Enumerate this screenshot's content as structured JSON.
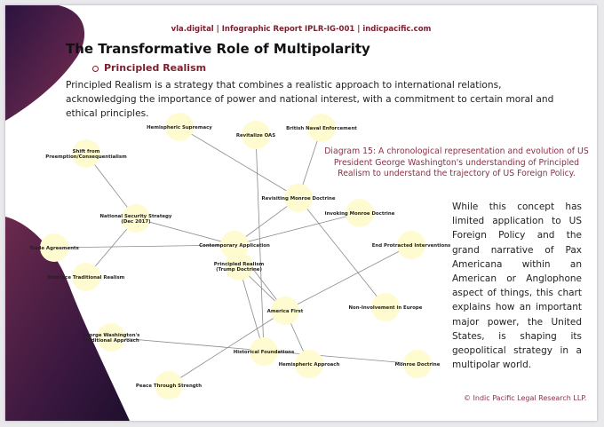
{
  "header": {
    "text": "vla.digital | Infographic Report IPLR-IG-001 | indicpacific.com"
  },
  "title": "The Transformative Role of Multipolarity",
  "subtitle": "Principled Realism",
  "intro": "Principled Realism is a strategy that combines a realistic approach to international relations, acknowledging the importance of power and national interest, with a commitment to certain moral and ethical principles.",
  "caption": "Diagram 15: A chronological representation and evolution of US President George Washington's understanding of Principled Realism to understand the trajectory of US Foreign Policy.",
  "side_text": "While this concept has limited application to US Foreign Policy and the grand narrative of Pax Americana within an American or Anglophone aspect of things, this chart explains how an important major power, the United States, is shaping its geopolitical strategy in a multipolar world.",
  "footer": "© Indic Pacific Legal Research LLP.",
  "colors": {
    "accent": "#7a1f2e",
    "blob_dark": "#2b1340",
    "blob_mid": "#6b2a4d",
    "node_fill": "#fffbd0",
    "edge": "#8a8a8a"
  },
  "diagram": {
    "nodes": [
      {
        "id": "hemispheric_supremacy",
        "lines": [
          "Hemispheric Supremacy"
        ]
      },
      {
        "id": "british_naval",
        "lines": [
          "British Naval Enforcement"
        ]
      },
      {
        "id": "revitalize_oas",
        "lines": [
          "Revitalize OAS"
        ]
      },
      {
        "id": "shift_preemption",
        "lines": [
          "Shift from",
          "Preemption/Consequentialism"
        ]
      },
      {
        "id": "revisiting_monroe",
        "lines": [
          "Revisiting Monroe Doctrine"
        ]
      },
      {
        "id": "invoking_monroe",
        "lines": [
          "Invoking Monroe Doctrine"
        ]
      },
      {
        "id": "nss_2017",
        "lines": [
          "National Security Strategy",
          "(Dec 2017)"
        ]
      },
      {
        "id": "trade_agreements",
        "lines": [
          "Trade Agreements"
        ]
      },
      {
        "id": "contemporary_application",
        "lines": [
          "Contemporary Application"
        ]
      },
      {
        "id": "end_protracted",
        "lines": [
          "End Protracted Interventions"
        ]
      },
      {
        "id": "principled_realism",
        "lines": [
          "Principled Realism",
          "(Trump Doctrine)"
        ]
      },
      {
        "id": "embrace_traditional",
        "lines": [
          "Embrace Traditional Realism"
        ]
      },
      {
        "id": "non_involvement",
        "lines": [
          "Non-Involvement in Europe"
        ]
      },
      {
        "id": "america_first",
        "lines": [
          "America First"
        ]
      },
      {
        "id": "gw_realism",
        "lines": [
          "George Washington's",
          "Traditional Approach"
        ]
      },
      {
        "id": "historical_foundations",
        "lines": [
          "Historical Foundations"
        ]
      },
      {
        "id": "hemispheric_approach",
        "lines": [
          "Hemispheric Approach"
        ]
      },
      {
        "id": "monroe_doctrine",
        "lines": [
          "Monroe Doctrine"
        ]
      },
      {
        "id": "peace_through_strength",
        "lines": [
          "Peace Through Strength"
        ]
      }
    ],
    "edges": [
      [
        "principled_realism",
        "contemporary_application"
      ],
      [
        "principled_realism",
        "america_first"
      ],
      [
        "principled_realism",
        "historical_foundations"
      ],
      [
        "contemporary_application",
        "revisiting_monroe"
      ],
      [
        "contemporary_application",
        "nss_2017"
      ],
      [
        "contemporary_application",
        "invoking_monroe"
      ],
      [
        "contemporary_application",
        "trade_agreements"
      ],
      [
        "contemporary_application",
        "america_first"
      ],
      [
        "revisiting_monroe",
        "hemispheric_supremacy"
      ],
      [
        "revisiting_monroe",
        "british_naval"
      ],
      [
        "revisiting_monroe",
        "non_involvement"
      ],
      [
        "nss_2017",
        "shift_preemption"
      ],
      [
        "nss_2017",
        "embrace_traditional"
      ],
      [
        "america_first",
        "end_protracted"
      ],
      [
        "america_first",
        "peace_through_strength"
      ],
      [
        "america_first",
        "hemispheric_approach"
      ],
      [
        "gw_realism",
        "monroe_doctrine"
      ],
      [
        "historical_foundations",
        "revitalize_oas"
      ]
    ]
  }
}
